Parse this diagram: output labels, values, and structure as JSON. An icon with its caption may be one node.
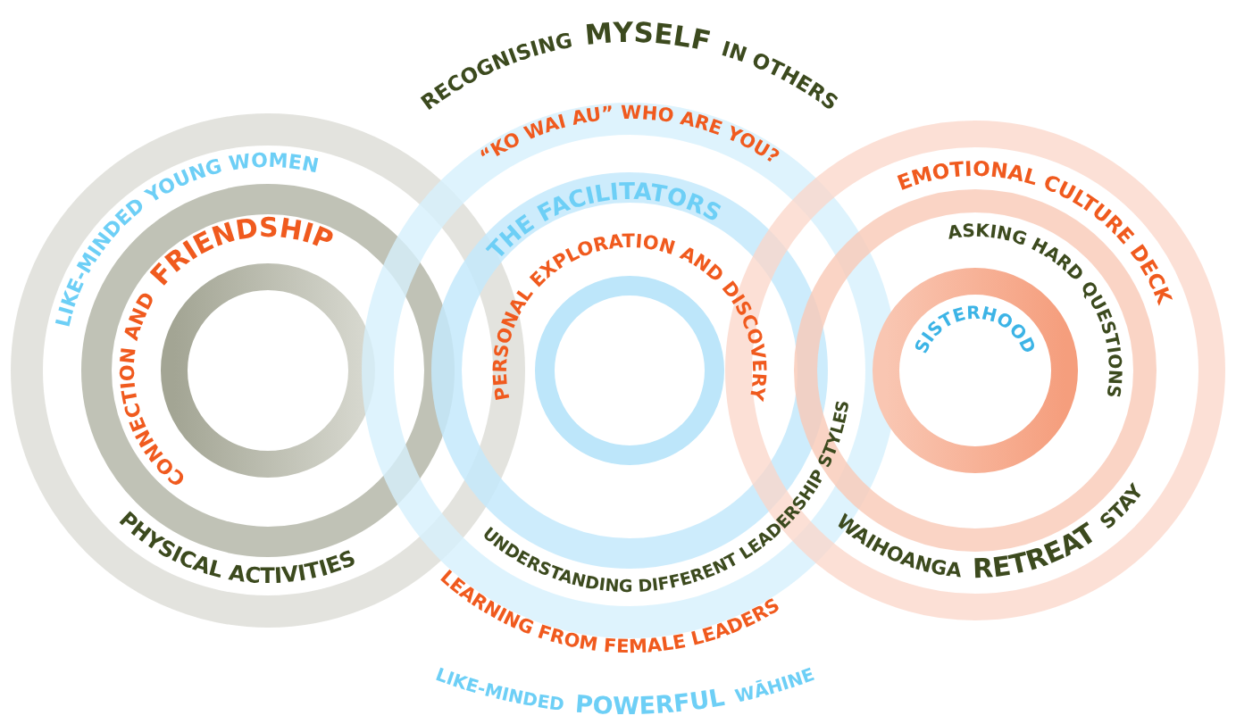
{
  "diagram": {
    "labels": [
      "RECOGNISING **MYSELF** IN OTHERS",
      "“KO WAI AU” WHO ARE YOU?",
      "THE FACILITATORS",
      "PERSONAL EXPLORATION AND DISCOVERY",
      "UNDERSTANDING DIFFERENT LEADERSHIP STYLES",
      "LEARNING FROM FEMALE LEADERS",
      "LIKE-MINDED **POWERFUL** WĀHINE",
      "LIKE-MINDED YOUNG WOMEN",
      "CONNECTION AND **FRIENDSHIP**",
      "PHYSICAL ACTIVITIES",
      "EMOTIONAL CULTURE DECK",
      "ASKING HARD QUESTIONS",
      "SISTERHOOD",
      "WAIHOANGA **RETREAT** STAY"
    ]
  }
}
